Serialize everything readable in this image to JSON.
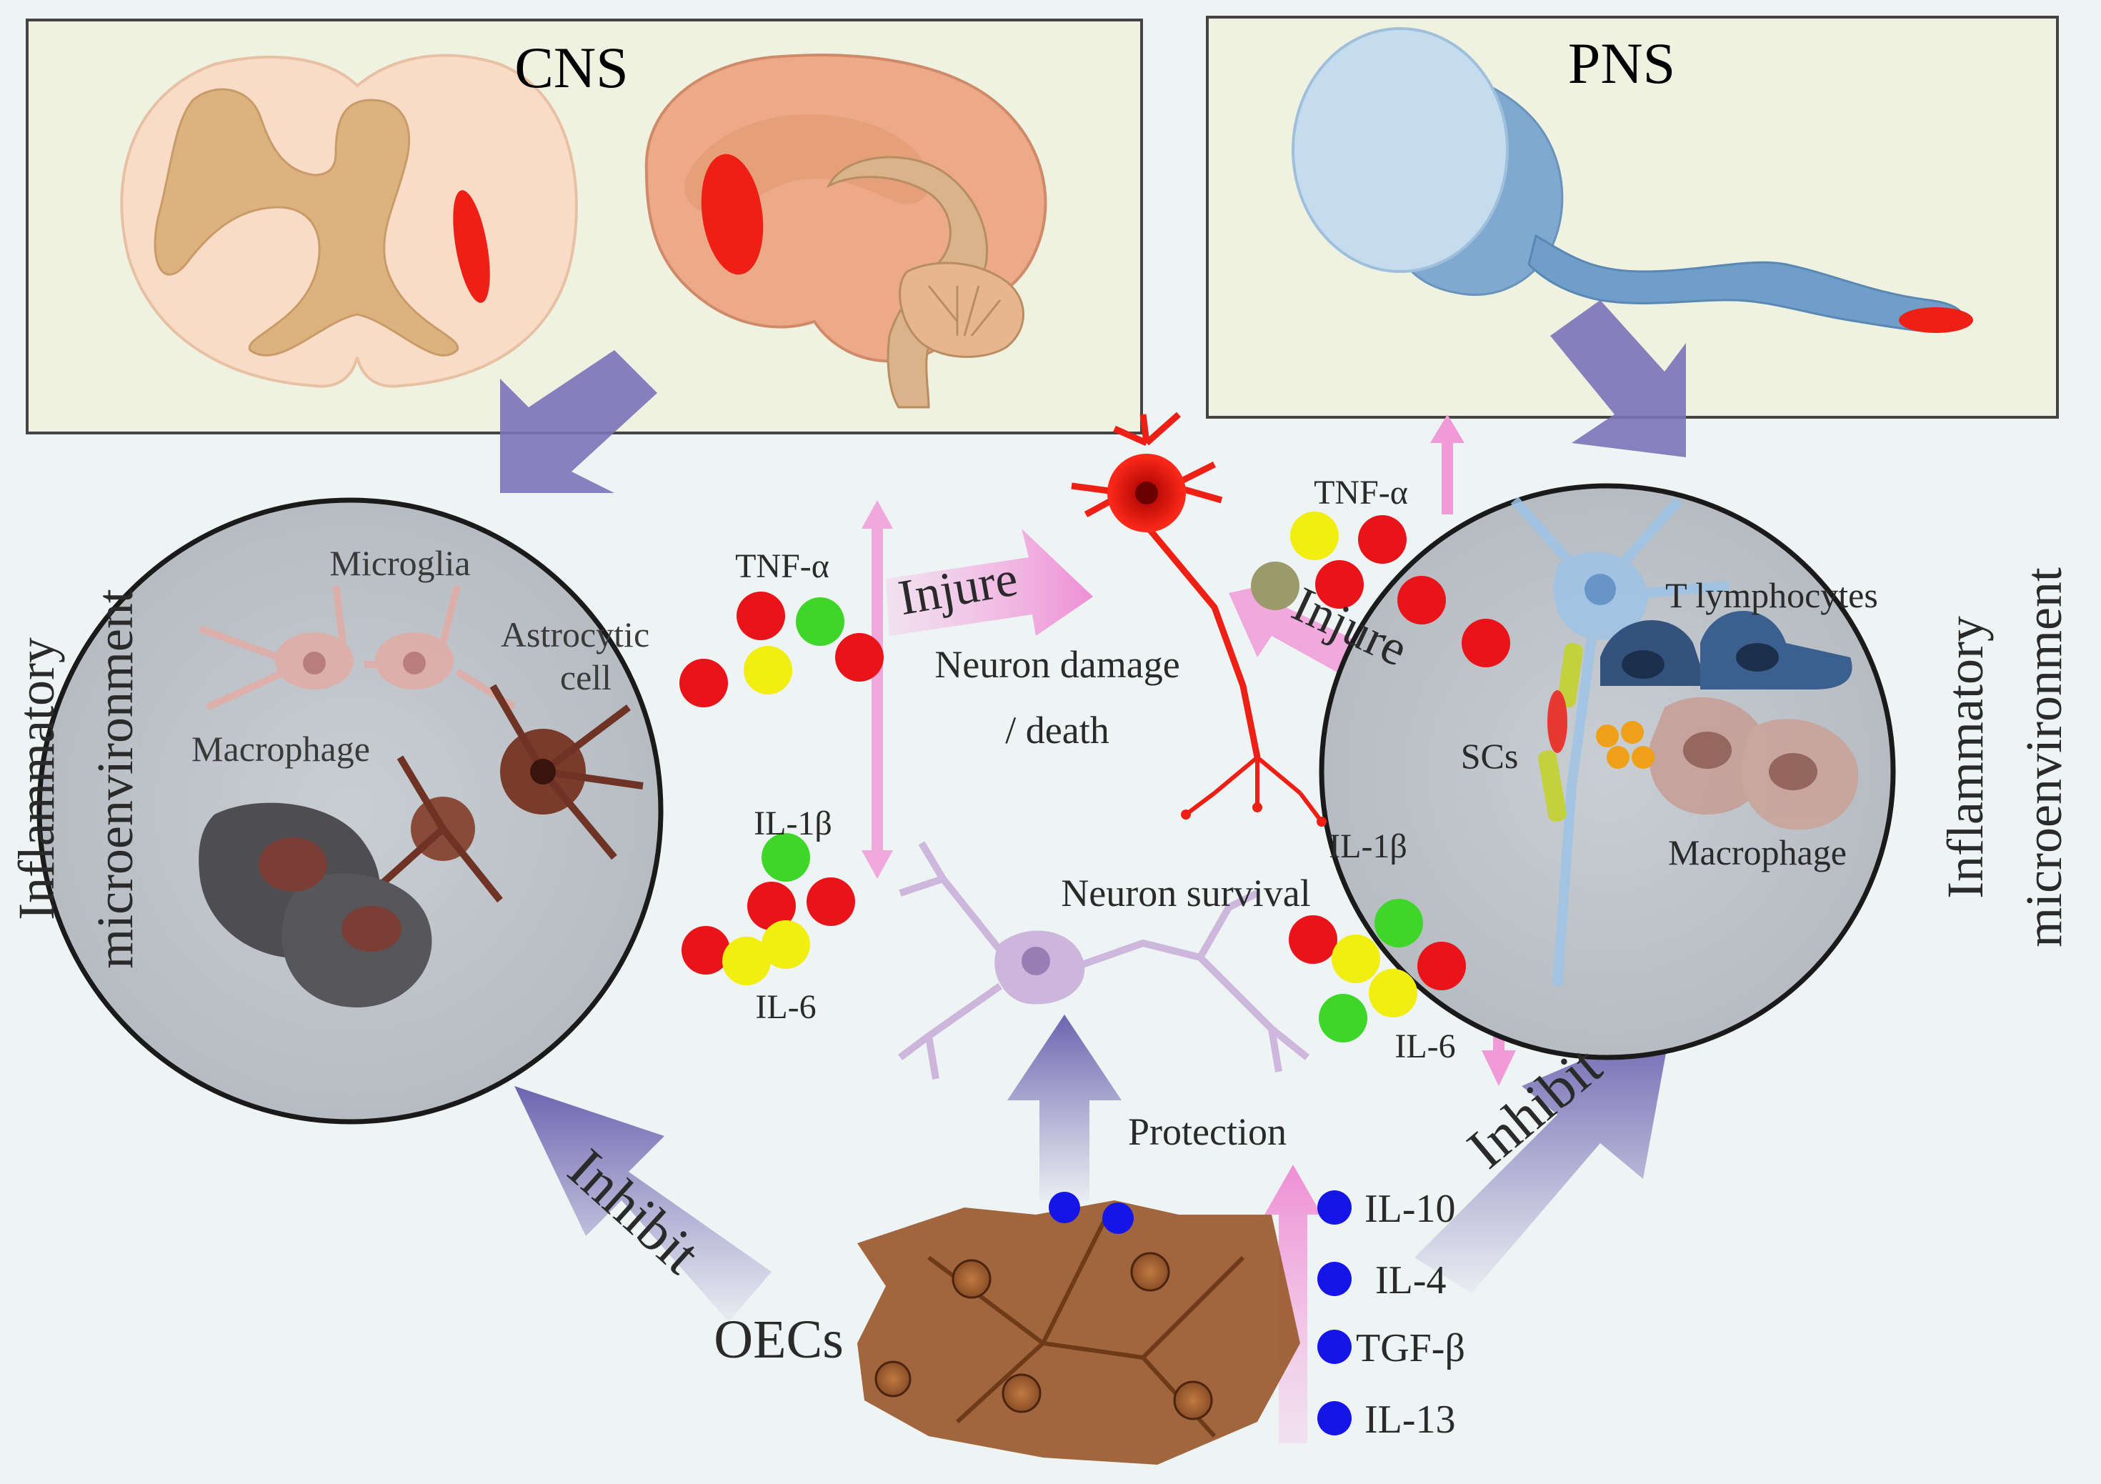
{
  "panels": {
    "cns_title": "CNS",
    "pns_title": "PNS"
  },
  "left_circle": {
    "side_label_line1": "Inflammatory",
    "side_label_line2": "microenvironment",
    "microglia": "Microglia",
    "astrocytic_line1": "Astrocytic",
    "astrocytic_line2": "cell",
    "macrophage": "Macrophage"
  },
  "right_circle": {
    "side_label_line1": "Inflammatory",
    "side_label_line2": "microenvironment",
    "t_lymphocytes": "T lymphocytes",
    "scs": "SCs",
    "macrophage": "Macrophage"
  },
  "cytokines": {
    "left_tnf": "TNF-α",
    "left_il1b": "IL-1β",
    "left_il6": "IL-6",
    "right_tnf": "TNF-α",
    "right_il1b": "IL-1β",
    "right_il6": "IL-6"
  },
  "center": {
    "injure_left": "Injure",
    "injure_right": "Injure",
    "damage_line1": "Neuron damage",
    "damage_line2": "/ death",
    "survival": "Neuron survival",
    "protection": "Protection"
  },
  "bottom": {
    "inhibit_left": "Inhibit",
    "inhibit_right": "Inhibit",
    "oecs": "OECs",
    "anti_inflammatory": [
      "IL-10",
      "IL-4",
      "TGF-β",
      "IL-13"
    ]
  },
  "colors": {
    "pro_red": "#e8141a",
    "pro_yellow": "#f2ee12",
    "pro_green": "#3fd62a",
    "anti_blue": "#1515e8",
    "lesion": "#ee1f14",
    "purple_arrow": "#7b72b8",
    "pink_arrow": "#f09ad8",
    "panel_bg": "#eff2e0"
  }
}
